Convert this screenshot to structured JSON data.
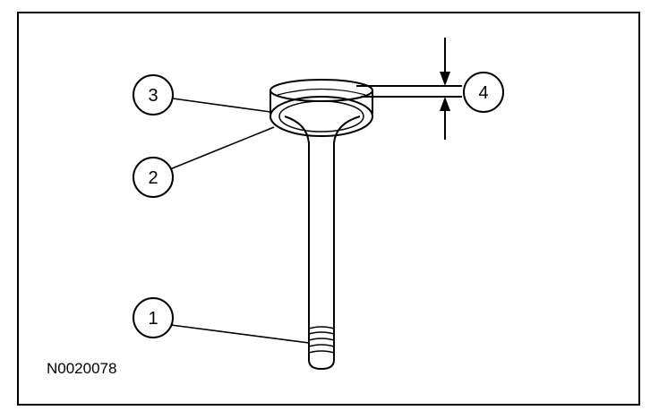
{
  "figure": {
    "id": "N0020078",
    "stroke_color": "#000000",
    "background_color": "#ffffff"
  },
  "callouts": [
    {
      "label": "1",
      "part": "valve-stem-tip"
    },
    {
      "label": "2",
      "part": "valve-face"
    },
    {
      "label": "3",
      "part": "valve-head-margin"
    },
    {
      "label": "4",
      "part": "margin-thickness-dimension"
    }
  ]
}
